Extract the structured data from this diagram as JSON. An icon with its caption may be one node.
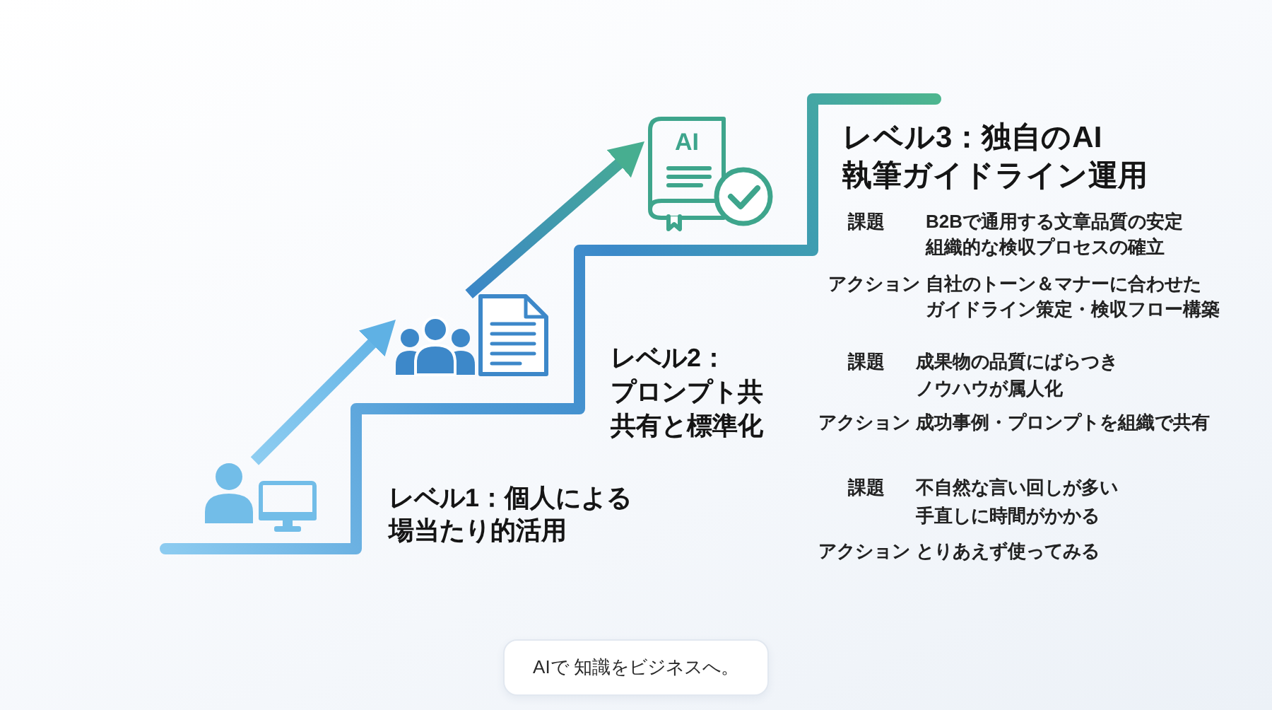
{
  "diagram": {
    "nodes": [
      {
        "text": [],
        "shape": "picture"
      },
      {
        "text": [],
        "shape": "picture"
      },
      {
        "text": [
          "AI"
        ]
      },
      {
        "text": [
          "AIで 知識をビジネスへ。"
        ]
      }
    ],
    "edges": [
      {
        "from": 0,
        "to": 1,
        "arrow": "to"
      },
      {
        "from": 1,
        "to": 2,
        "arrow": "to"
      }
    ],
    "labels": [
      "レベル3：独自のAI執筆ガイドライン運用",
      "課題",
      "B2Bで通用する文章品質の安定",
      "組織的な検収プロセスの確立",
      "アクション",
      "自社のトーン＆マナーに合わせたガイドライン策定・検収フロー構築",
      "レベル2：プロンプト共共有と標準化",
      "課題",
      "成果物の品質にばらつき",
      "ノウハウが属人化",
      "アクション",
      "成功事例・プロンプトを組織で共有",
      "レベル1：個人による場当たり的活用",
      "課題",
      "不自然な言い回しが多い",
      "手直しに時間がかかる",
      "アクション",
      "とりあえず使ってみる"
    ]
  }
}
